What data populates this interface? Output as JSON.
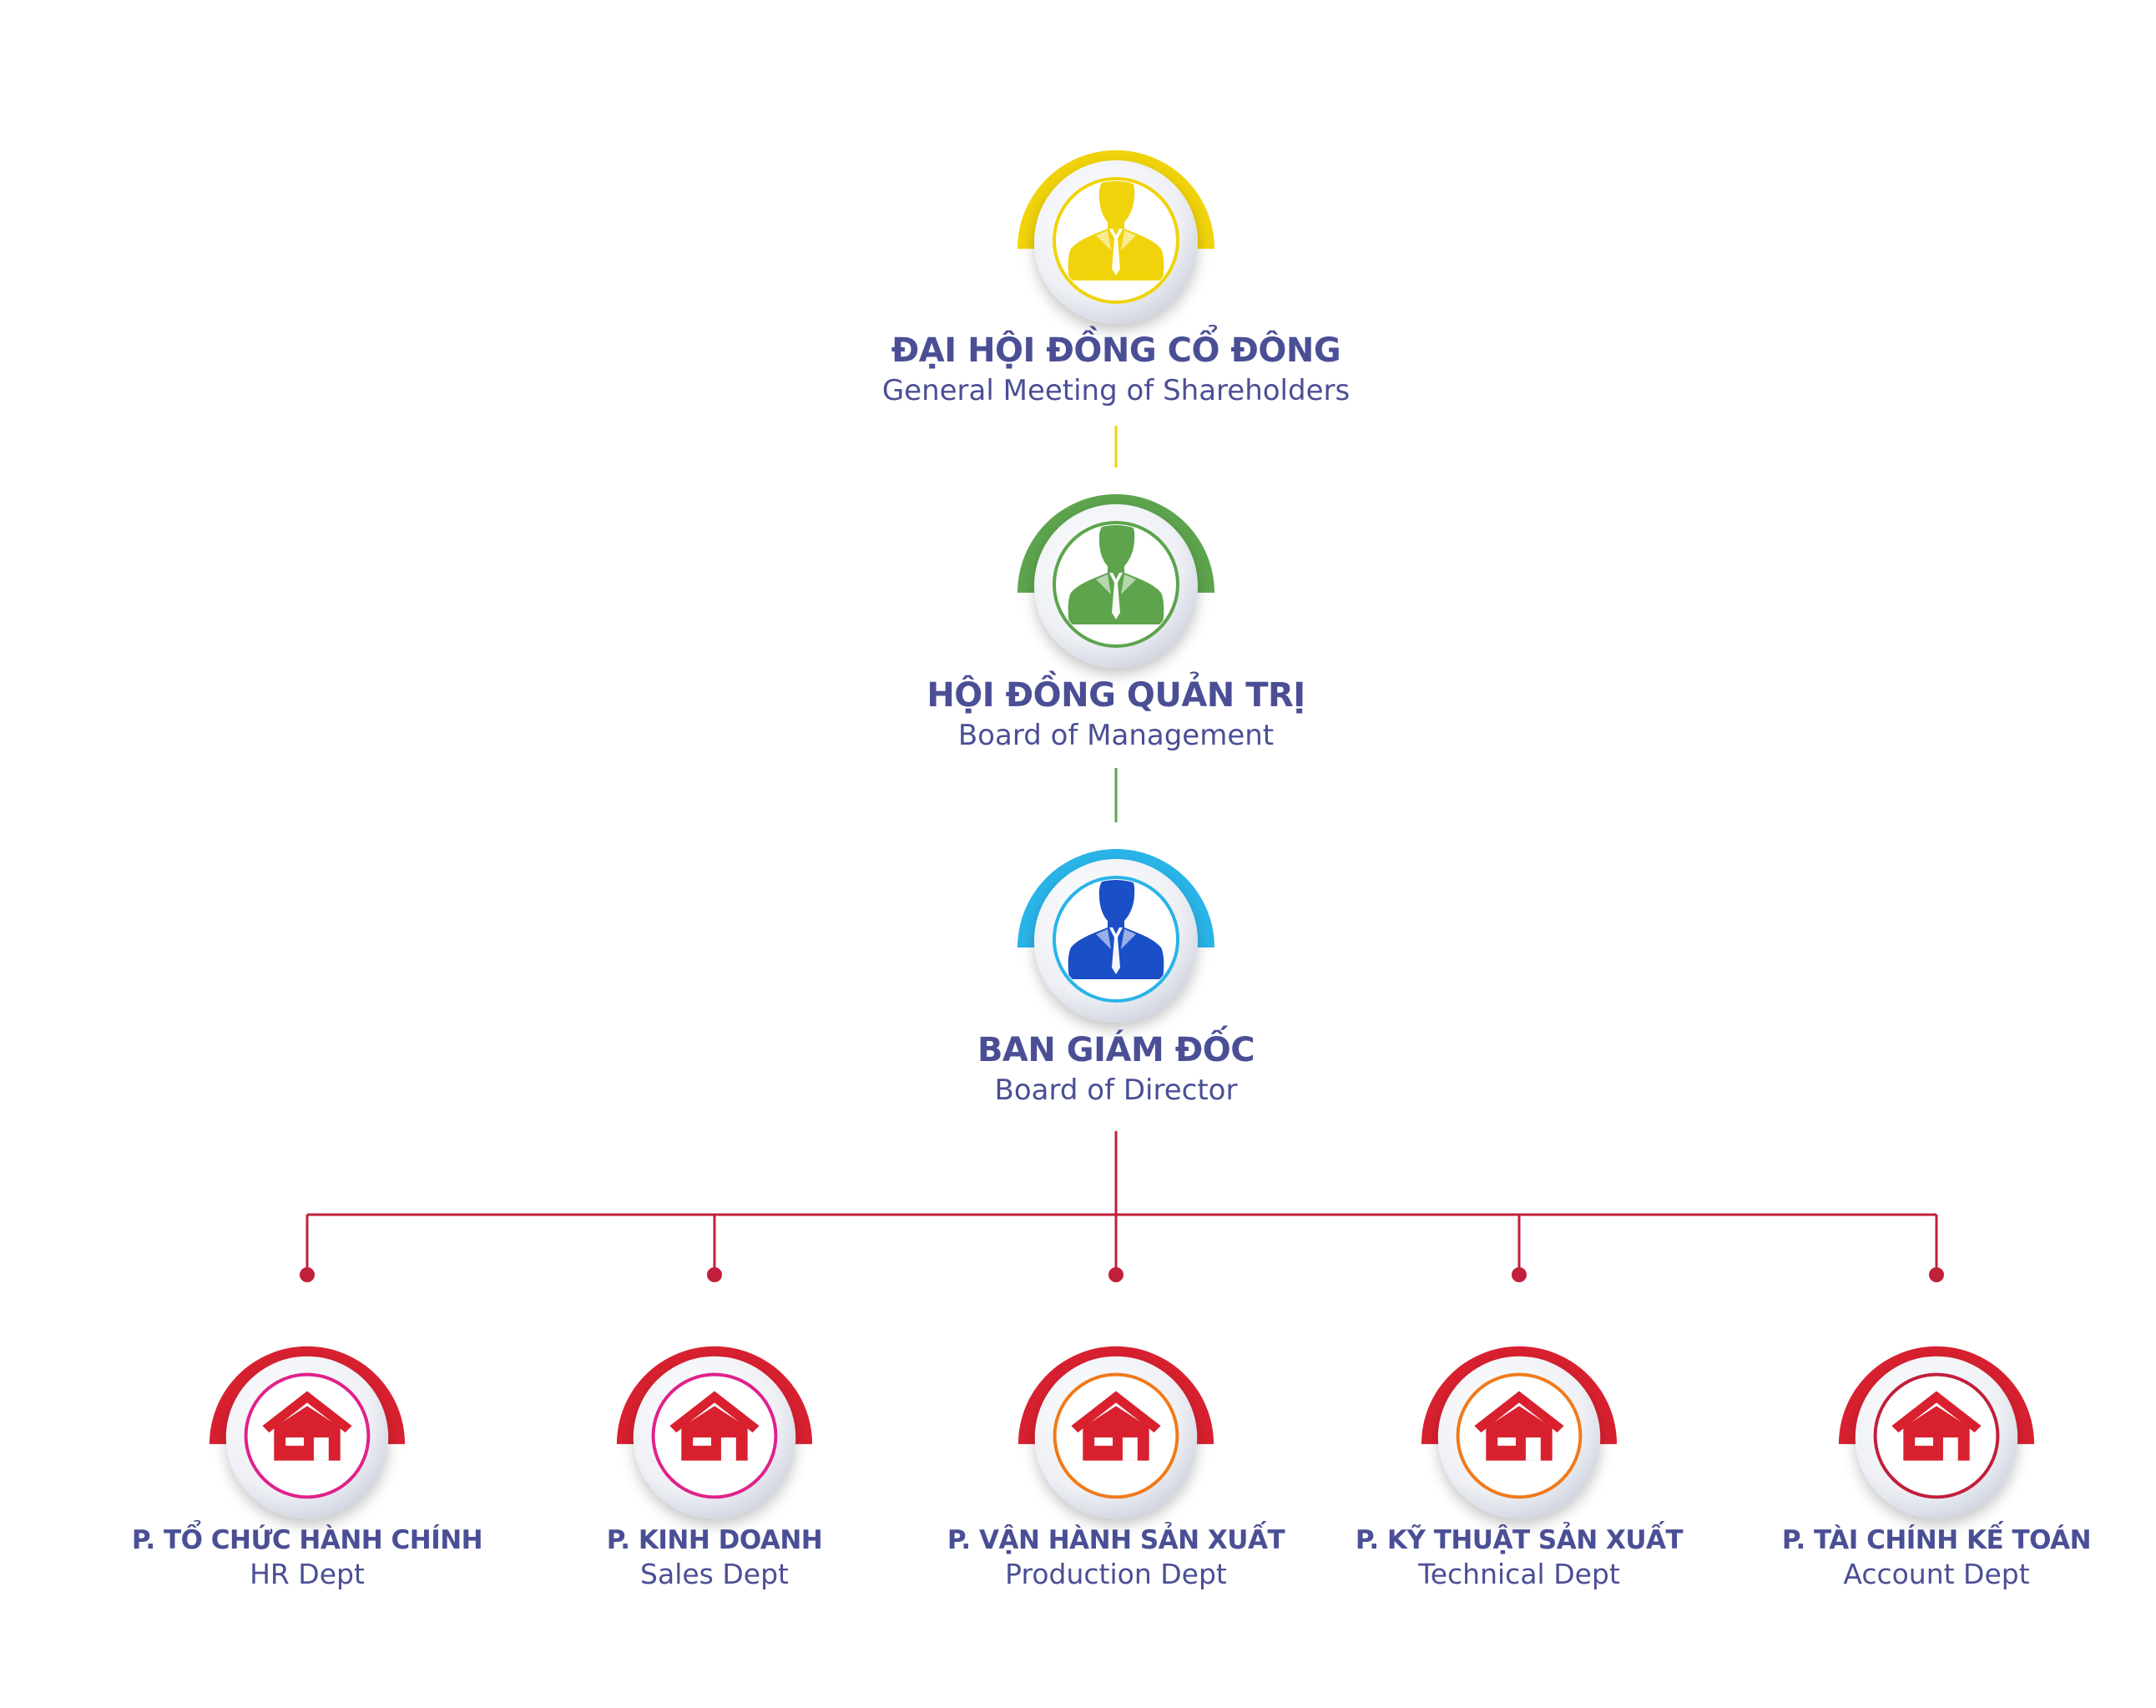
{
  "colors": {
    "text": "#4a4f95",
    "shareholders": "#f0d30a",
    "management": "#5da44d",
    "director": "#29b4e8",
    "director_figure": "#1a4fc8",
    "dept": "#d8202f",
    "line_top": "#f0d30a",
    "line_mid": "#5da44d",
    "line_dept": "#c21f3a"
  },
  "levels": [
    {
      "id": "shareholders",
      "title": "ĐẠI HỘI ĐỒNG CỔ ĐÔNG",
      "subtitle": "General Meeting of Shareholders",
      "icon": "person-icon",
      "color": "#f0d30a",
      "figure_color": "#f0d30a"
    },
    {
      "id": "management",
      "title": "HỘI ĐỒNG QUẢN TRỊ",
      "subtitle": "Board of Management",
      "icon": "person-icon",
      "color": "#5da44d",
      "figure_color": "#5da44d"
    },
    {
      "id": "director",
      "title": "BAN GIÁM ĐỐC",
      "subtitle": "Board of Director",
      "icon": "person-icon",
      "color": "#29b4e8",
      "figure_color": "#1a4fc8"
    }
  ],
  "departments": [
    {
      "id": "hr",
      "title": "P. TỔ CHỨC HÀNH CHÍNH",
      "subtitle": "HR Dept",
      "icon": "house-icon",
      "ring": "#e0218a"
    },
    {
      "id": "sales",
      "title": "P. KINH DOANH",
      "subtitle": "Sales Dept",
      "icon": "house-icon",
      "ring": "#e0218a"
    },
    {
      "id": "production",
      "title": "P. VẬN HÀNH SẢN XUẤT",
      "subtitle": "Production Dept",
      "icon": "house-icon",
      "ring": "#f07a1a"
    },
    {
      "id": "technical",
      "title": "P. KỸ THUẬT SẢN XUẤT",
      "subtitle": "Technical Dept",
      "icon": "house-icon",
      "ring": "#f07a1a"
    },
    {
      "id": "account",
      "title": "P. TÀI CHÍNH KẾ TOÁN",
      "subtitle": "Account Dept",
      "icon": "house-icon",
      "ring": "#c21f3a"
    }
  ]
}
